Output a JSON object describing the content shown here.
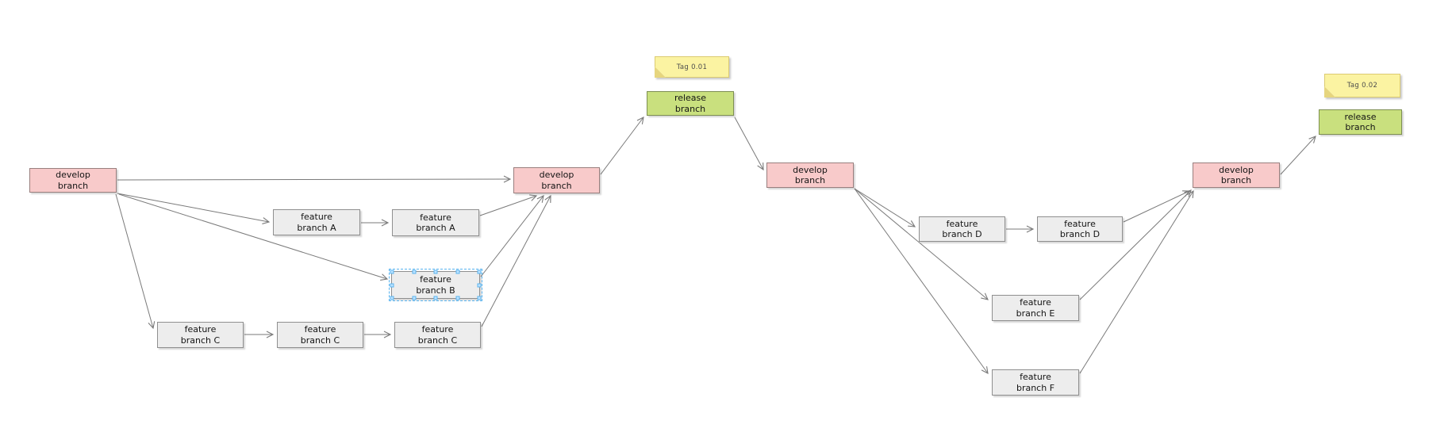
{
  "diagram": {
    "nodes": {
      "develop1": {
        "lines": [
          "develop",
          "branch"
        ],
        "type": "develop"
      },
      "featureA1": {
        "lines": [
          "feature",
          "branch A"
        ],
        "type": "feature"
      },
      "featureA2": {
        "lines": [
          "feature",
          "branch A"
        ],
        "type": "feature"
      },
      "featureB": {
        "lines": [
          "feature",
          "branch B"
        ],
        "type": "feature",
        "selected": true
      },
      "featureC1": {
        "lines": [
          "feature",
          "branch C"
        ],
        "type": "feature"
      },
      "featureC2": {
        "lines": [
          "feature",
          "branch C"
        ],
        "type": "feature"
      },
      "featureC3": {
        "lines": [
          "feature",
          "branch C"
        ],
        "type": "feature"
      },
      "develop2": {
        "lines": [
          "develop",
          "branch"
        ],
        "type": "develop"
      },
      "release1": {
        "lines": [
          "release",
          "branch"
        ],
        "type": "release"
      },
      "develop3": {
        "lines": [
          "develop",
          "branch"
        ],
        "type": "develop"
      },
      "featureD1": {
        "lines": [
          "feature",
          "branch D"
        ],
        "type": "feature"
      },
      "featureD2": {
        "lines": [
          "feature",
          "branch D"
        ],
        "type": "feature"
      },
      "featureE": {
        "lines": [
          "feature",
          "branch E"
        ],
        "type": "feature"
      },
      "featureF": {
        "lines": [
          "feature",
          "branch F"
        ],
        "type": "feature"
      },
      "develop4": {
        "lines": [
          "develop",
          "branch"
        ],
        "type": "develop"
      },
      "release2": {
        "lines": [
          "release",
          "branch"
        ],
        "type": "release"
      }
    },
    "notes": {
      "tag1": {
        "label": "Tag 0.01"
      },
      "tag2": {
        "label": "Tag 0.02"
      }
    },
    "colors": {
      "canvas_bg": "#FFFFFF",
      "develop_fill": "#F8CACA",
      "develop_stroke": "#997F7E",
      "feature_fill": "#EDEDED",
      "feature_stroke": "#8F8F8F",
      "release_fill": "#C9E07E",
      "release_stroke": "#7E8F52",
      "note_fill": "#FBF3A2",
      "note_stroke": "#DCCB72",
      "note_fold": "#E6D57E",
      "note_text": "#4D4D4D",
      "arrow": "#7A7A7A",
      "selection": "#59B4F0",
      "text": "#141414"
    }
  }
}
